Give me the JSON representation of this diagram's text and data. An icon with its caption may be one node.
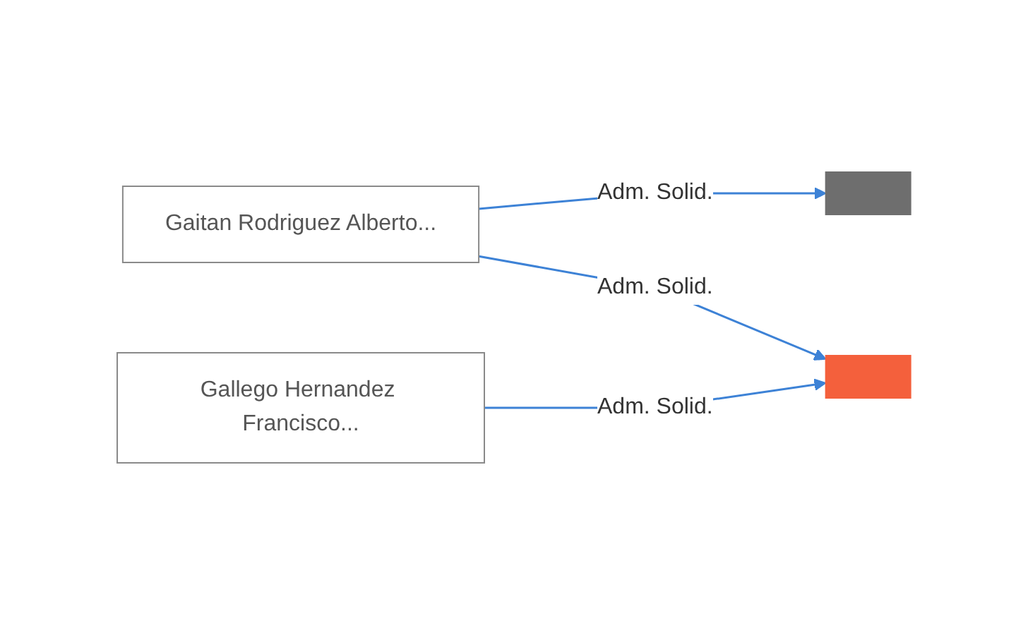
{
  "diagram": {
    "nodes": [
      {
        "text": [],
        "shape": "building"
      },
      {
        "text": [
          "Gaitan Rodriguez Alberto..."
        ]
      },
      {
        "text": [],
        "shape": "building"
      },
      {
        "text": [
          "Gallego Hernandez Francisco..."
        ]
      }
    ],
    "edges": [
      {
        "from": 1,
        "to": 0,
        "arrow": "to",
        "label": "Adm. Solid."
      },
      {
        "from": 1,
        "to": 2,
        "arrow": "to",
        "label": "Adm. Solid."
      },
      {
        "from": 3,
        "to": 2,
        "arrow": "to",
        "label": "Adm. Solid."
      }
    ]
  }
}
